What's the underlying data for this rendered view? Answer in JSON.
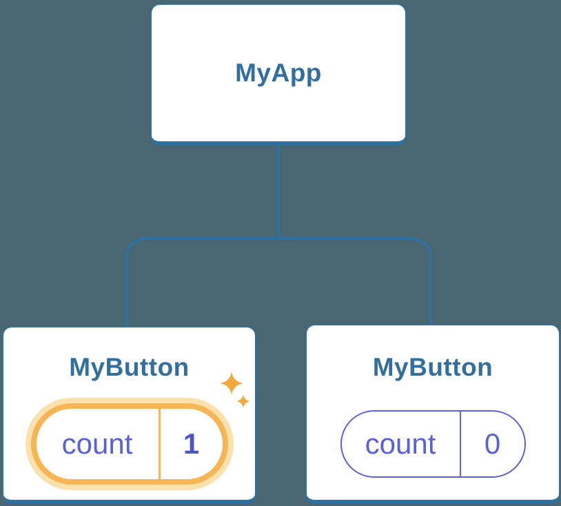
{
  "theme": {
    "bg": "#4a6671",
    "blue": "#2e71a1",
    "title": "#336f9e",
    "indigo": "#5a60d8",
    "indigo-strong": "#4c53cd",
    "orange": "#f6b656",
    "orange-halo": "#fbe1ae",
    "sparkle": "#f3a83d",
    "card-bg": "#ffffff"
  },
  "tree": {
    "root": {
      "label": "MyApp"
    },
    "children": [
      {
        "label": "MyButton",
        "state": {
          "key": "count",
          "value": "1"
        },
        "highlighted": true
      },
      {
        "label": "MyButton",
        "state": {
          "key": "count",
          "value": "0"
        },
        "highlighted": false
      }
    ]
  },
  "icons": {
    "sparkle_large": "sparkle-icon",
    "sparkle_small": "sparkle-icon"
  }
}
